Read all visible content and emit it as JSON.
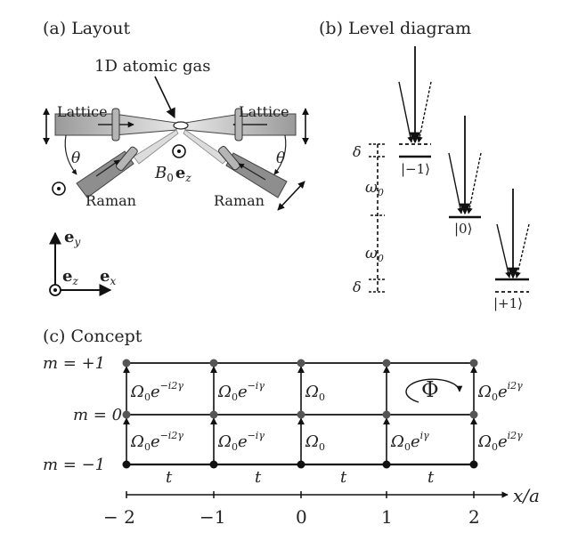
{
  "panel_a": {
    "label": "(a)  Layout",
    "atomic_gas_label": "1D atomic gas",
    "lattice_left": "Lattice",
    "lattice_right": "Lattice",
    "raman_left": "Raman",
    "raman_right": "Raman",
    "theta": "θ",
    "field_label": "B",
    "field_sub": "0",
    "field_vec": "e",
    "field_vec_sub": "z",
    "axis_y": "e",
    "axis_y_sub": "y",
    "axis_z": "e",
    "axis_z_sub": "z",
    "axis_x": "e",
    "axis_x_sub": "x"
  },
  "panel_b": {
    "label": "(b)  Level diagram",
    "delta": "δ",
    "omega": "ω",
    "omega_sub": "0",
    "levels": [
      "|−1⟩",
      "|0⟩",
      "|+1⟩"
    ]
  },
  "panel_c": {
    "label": "(c)  Concept",
    "row_labels": [
      "m = +1",
      "m = 0",
      "m = −1"
    ],
    "x_ticks": [
      "− 2",
      "−1",
      "0",
      "1",
      "2"
    ],
    "x_axis_label": "x/a",
    "tunneling": [
      "t",
      "t",
      "t",
      "t"
    ],
    "flux_symbol": "Φ",
    "omega_base": "Ω",
    "omega_sub": "0",
    "phase_base": "e",
    "upper_couplings": [
      "−i2γ",
      "−iγ",
      "",
      "",
      "i2γ"
    ],
    "lower_couplings": [
      "−i2γ",
      "−iγ",
      "",
      "iγ",
      "i2γ"
    ]
  }
}
